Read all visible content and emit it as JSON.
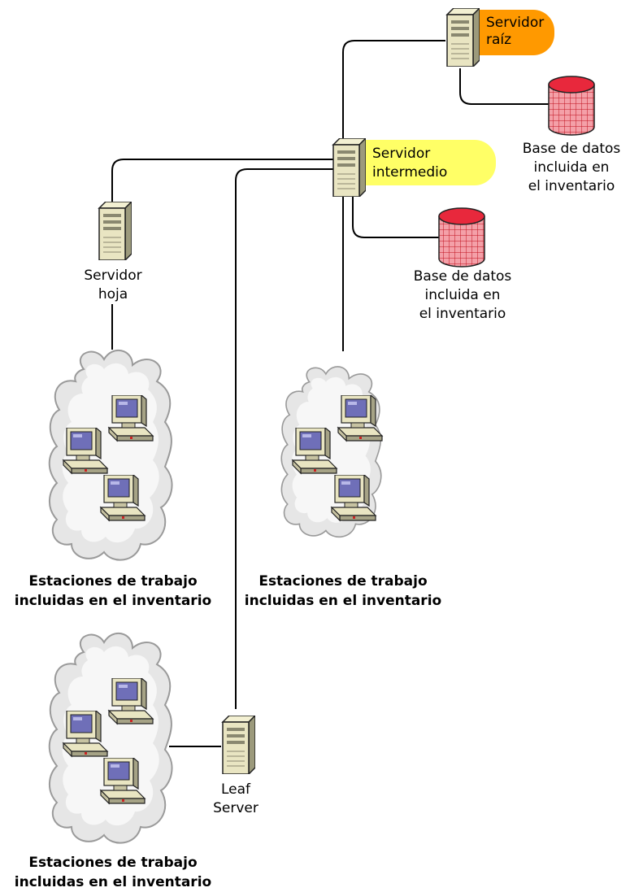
{
  "colors": {
    "root_badge": "#ff9900",
    "intermediate_badge": "#ffff66",
    "database": "#e8283c",
    "server_body": "#e9e5c2",
    "monitor_screen": "#6f6fb8",
    "cloud": "#e6e6e6"
  },
  "root_server": {
    "icon": "server-icon",
    "label_line1": "Servidor",
    "label_line2": "raíz"
  },
  "intermediate_server": {
    "icon": "server-icon",
    "label_line1": "Servidor",
    "label_line2": "intermedio"
  },
  "leaf_server_es": {
    "icon": "server-icon",
    "label_line1": "Servidor",
    "label_line2": "hoja"
  },
  "leaf_server_en": {
    "icon": "server-icon",
    "label_line1": "Leaf",
    "label_line2": "Server"
  },
  "root_database": {
    "icon": "database-icon",
    "line1": "Base de datos",
    "line2": "incluida en",
    "line3": "el inventario"
  },
  "intermediate_database": {
    "icon": "database-icon",
    "line1": "Base de datos",
    "line2": "incluida en",
    "line3": "el inventario"
  },
  "workstation_groups": [
    {
      "icon": "workstation-icon",
      "line1": "Estaciones de trabajo",
      "line2": "incluidas en el inventario"
    },
    {
      "icon": "workstation-icon",
      "line1": "Estaciones de trabajo",
      "line2": "incluidas en el inventario"
    },
    {
      "icon": "workstation-icon",
      "line1": "Estaciones de trabajo",
      "line2": "incluidas en el inventario"
    }
  ]
}
